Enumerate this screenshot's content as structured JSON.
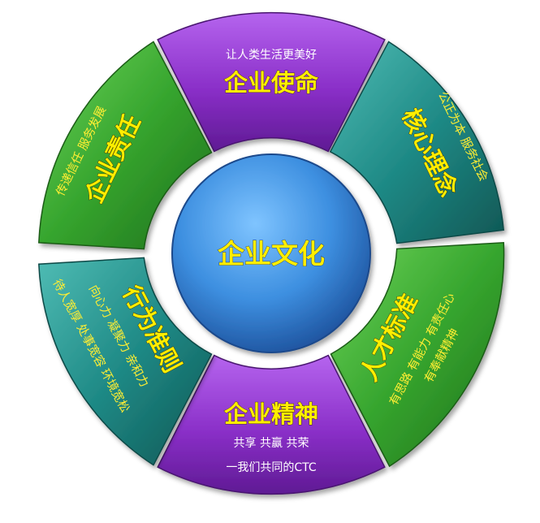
{
  "center": {
    "title": "企业文化"
  },
  "segments": {
    "mission": {
      "title": "企业使命",
      "lines": [
        "让人类生活更美好"
      ]
    },
    "responsibility": {
      "title": "企业责任",
      "lines": [
        "传递信任 服务发展"
      ]
    },
    "core_concept": {
      "title": "核心理念",
      "lines": [
        "公正为本 服务社会"
      ]
    },
    "conduct": {
      "title": "行为准则",
      "lines": [
        "向心力 凝聚力 亲和力",
        "待人宽厚 处事宽容 环境宽松"
      ]
    },
    "talent": {
      "title": "人才标准",
      "lines": [
        "有思路 有能力 有责任心",
        "有奉献精神"
      ]
    },
    "spirit": {
      "title": "企业精神",
      "lines": [
        "共享 共赢 共荣",
        "一我们共同的CTC"
      ]
    }
  },
  "colors": {
    "purple": "#8a2fc8",
    "green": "#3aa832",
    "teal": "#1f8a86",
    "center_blue": "#3d8fe0",
    "text_yellow": "#ffee00"
  }
}
